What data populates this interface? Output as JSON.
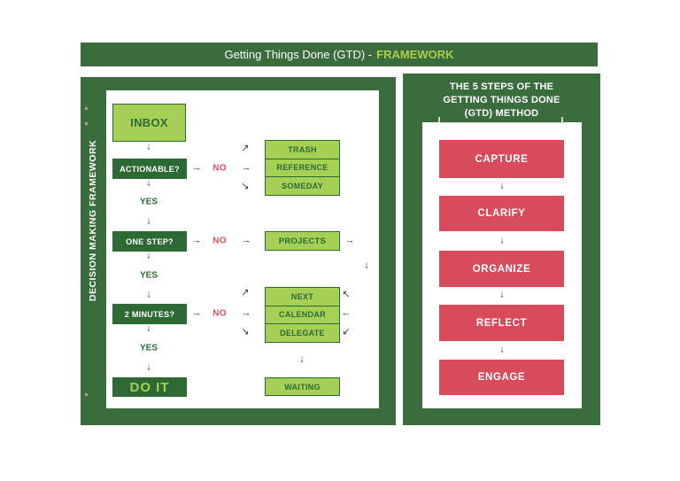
{
  "header": {
    "title_plain": "Getting Things Done (GTD) -",
    "title_accent": "FRAMEWORK"
  },
  "colors": {
    "panel_green": "#3B6C3E",
    "dark_box_green": "#2D6A33",
    "light_box_green": "#A6CF55",
    "accent_yellow_green": "#ABCE4C",
    "step_red": "#D74B5C",
    "no_red": "#E05060",
    "arrow_gray": "#3C3C3C"
  },
  "left_panel": {
    "side_label": "DECISION MAKING FRAMEWORK",
    "flow": {
      "inbox": "INBOX",
      "actionable": "ACTIONABLE?",
      "one_step": "ONE STEP?",
      "two_minutes": "2 MINUTES?",
      "do_it": "DO IT",
      "yes": "YES",
      "no": "NO",
      "trash": "TRASH",
      "reference": "REFERENCE",
      "someday": "SOMEDAY",
      "projects": "PROJECTS",
      "next": "NEXT",
      "calendar": "CALENDAR",
      "delegate": "DELEGATE",
      "waiting": "WAITING"
    }
  },
  "right_panel": {
    "title_lines": [
      "THE 5 STEPS OF THE",
      "GETTING THINGS DONE",
      "(GTD) METHOD"
    ],
    "steps": [
      "CAPTURE",
      "CLARIFY",
      "ORGANIZE",
      "REFLECT",
      "ENGAGE"
    ]
  },
  "icons": {
    "arrow_down": "↓",
    "arrow_right": "→",
    "arrow_left": "←",
    "arrow_ne": "↗",
    "arrow_se": "↘",
    "arrow_nw": "↖",
    "arrow_sw": "↙"
  }
}
